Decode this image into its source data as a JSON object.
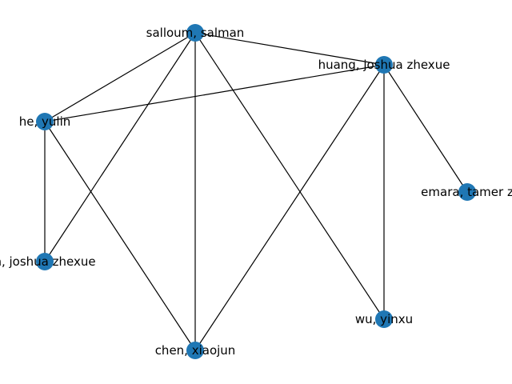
{
  "graph": {
    "node_color": "#1f77b4",
    "edge_color": "#000000",
    "nodes": [
      {
        "id": "salloum",
        "label": "salloum, salman"
      },
      {
        "id": "huang",
        "label": "huang, joshua zhexue"
      },
      {
        "id": "he",
        "label": "he, yulin"
      },
      {
        "id": "emara",
        "label": "emara, tamer z"
      },
      {
        "id": "huang2",
        "label": "n, joshua zhexue"
      },
      {
        "id": "wu",
        "label": "wu, yinxu"
      },
      {
        "id": "chen",
        "label": "chen, xiaojun"
      }
    ],
    "edges": [
      [
        "salloum",
        "huang"
      ],
      [
        "salloum",
        "he"
      ],
      [
        "salloum",
        "huang2"
      ],
      [
        "salloum",
        "chen"
      ],
      [
        "salloum",
        "wu"
      ],
      [
        "huang",
        "he"
      ],
      [
        "huang",
        "chen"
      ],
      [
        "huang",
        "wu"
      ],
      [
        "huang",
        "emara"
      ],
      [
        "he",
        "huang2"
      ],
      [
        "he",
        "chen"
      ]
    ]
  }
}
